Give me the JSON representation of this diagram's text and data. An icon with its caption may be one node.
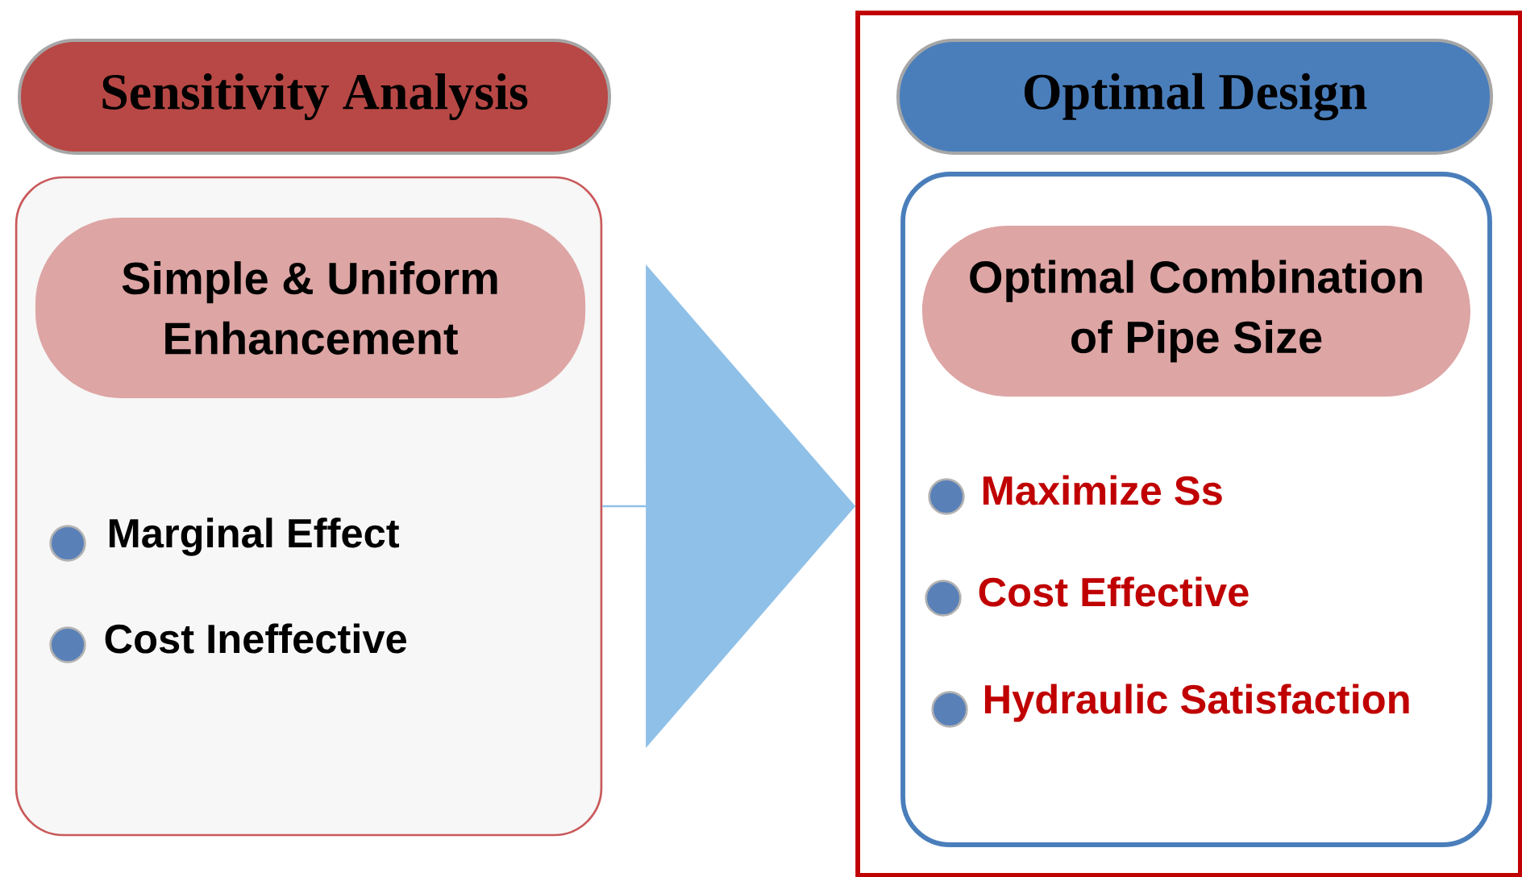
{
  "diagram": {
    "nodes": [
      {
        "text": [
          "Sensitivity Analysis"
        ]
      },
      {
        "text": [
          "Marginal Effect",
          "Cost Ineffective"
        ]
      },
      {
        "text": [
          "Simple & Uniform Enhancement"
        ],
        "in": 1
      },
      {
        "text": [],
        "shape": "box"
      },
      {
        "text": [
          "Optimal Design"
        ],
        "in": 3
      },
      {
        "text": [
          "Maximize Ss",
          "Cost Effective",
          "Hydraulic Satisfaction"
        ],
        "in": 3
      },
      {
        "text": [
          "Optimal Combination of Pipe Size"
        ],
        "in": 5
      }
    ],
    "edges": [
      {
        "from": 1,
        "to": 3,
        "arrow": "to"
      }
    ]
  }
}
